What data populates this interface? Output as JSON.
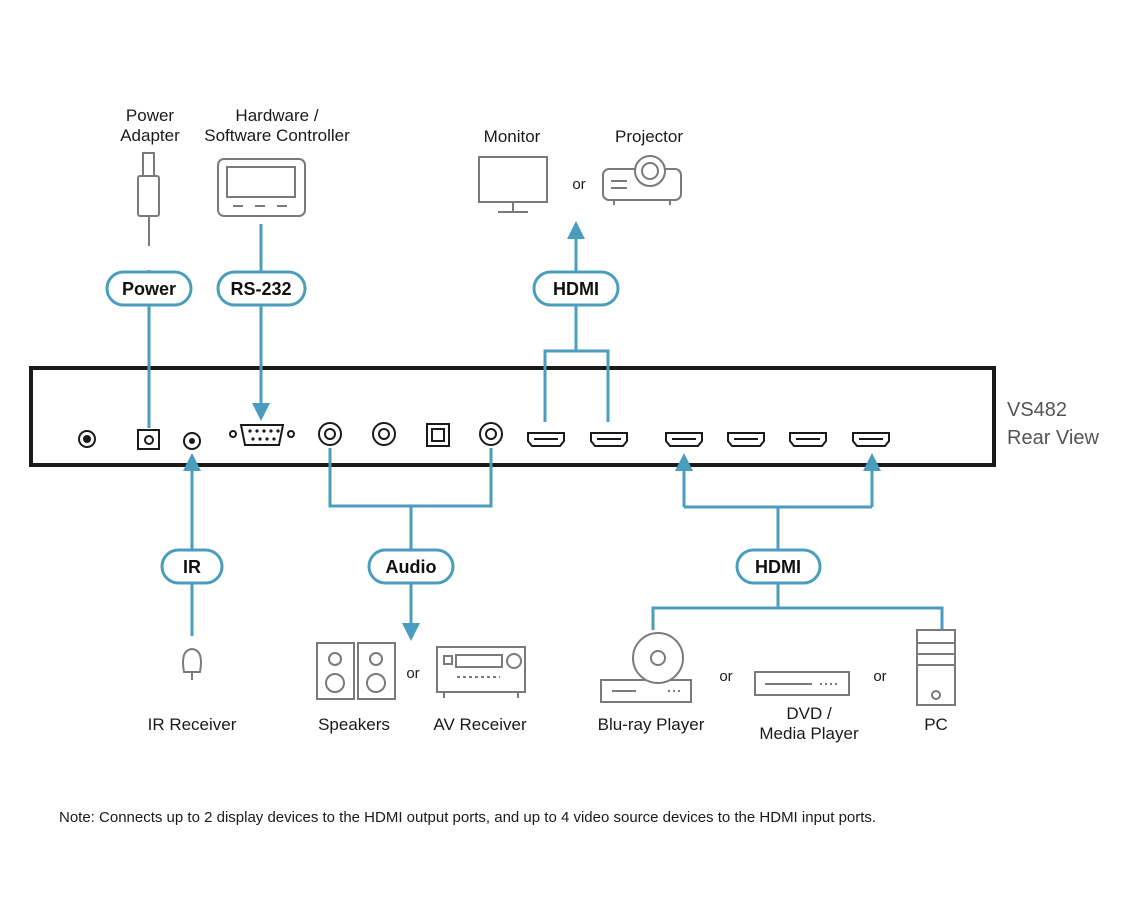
{
  "device": {
    "model": "VS482",
    "view": "Rear View"
  },
  "tags": {
    "power": "Power",
    "rs232": "RS-232",
    "hdmi_out": "HDMI",
    "ir": "IR",
    "audio": "Audio",
    "hdmi_in": "HDMI"
  },
  "devices": {
    "power_adapter": [
      "Power",
      "Adapter"
    ],
    "controller": [
      "Hardware /",
      "Software Controller"
    ],
    "monitor": "Monitor",
    "projector": "Projector",
    "ir_receiver": "IR Receiver",
    "speakers": "Speakers",
    "av_receiver": "AV Receiver",
    "bluray": "Blu-ray Player",
    "dvd": [
      "DVD /",
      "Media Player"
    ],
    "pc": "PC"
  },
  "or_label": "or",
  "note": "Note: Connects up to 2 display devices to the HDMI output ports, and up to 4 video source devices to the HDMI input ports.",
  "colors": {
    "connector": "#4a9dbc",
    "device_outline": "#7a7a7a",
    "chassis": "#1a1a1a"
  },
  "icons": [
    "power-adapter-icon",
    "controller-icon",
    "monitor-icon",
    "projector-icon",
    "ir-receiver-icon",
    "speakers-icon",
    "av-receiver-icon",
    "bluray-player-icon",
    "media-player-icon",
    "pc-tower-icon"
  ]
}
